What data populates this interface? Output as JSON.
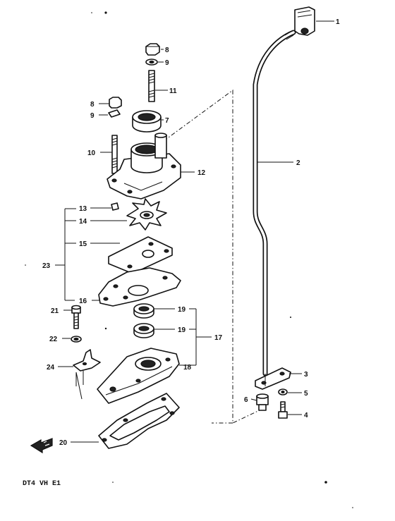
{
  "diagram_code": "DT4 VH E1",
  "callouts": {
    "c1": "1",
    "c2": "2",
    "c3": "3",
    "c4": "4",
    "c5": "5",
    "c6": "6",
    "c7": "7",
    "c8a": "8",
    "c8b": "8",
    "c9a": "9",
    "c9b": "9",
    "c10": "10",
    "c11": "11",
    "c12": "12",
    "c13": "13",
    "c14": "14",
    "c15": "15",
    "c16": "16",
    "c17": "17",
    "c18": "18",
    "c19a": "19",
    "c19b": "19",
    "c20": "20",
    "c21": "21",
    "c22": "22",
    "c23": "23",
    "c24": "24"
  },
  "icons": {
    "front_arrow": "front-direction-arrow-icon"
  }
}
